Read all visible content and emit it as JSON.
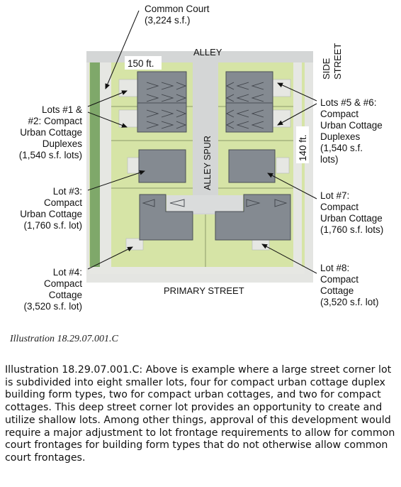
{
  "diagram": {
    "common_court": [
      "Common Court",
      "(3,224 s.f.)"
    ],
    "lots_1_2": [
      "Lots #1 &",
      "#2: Compact",
      "Urban Cottage",
      "Duplexes",
      "(1,540 s.f. lots)"
    ],
    "lot_3": [
      "Lot #3:",
      "Compact",
      "Urban Cottage",
      "(1,760 s.f. lot)"
    ],
    "lot_4": [
      "Lot #4:",
      "Compact",
      "Cottage",
      "(3,520 s.f. lot)"
    ],
    "lots_5_6": [
      "Lots #5 & #6:",
      "Compact",
      "Urban Cottage",
      "Duplexes",
      "(1,540 s.f.",
      "lots)"
    ],
    "lot_7": [
      "Lot #7:",
      "Compact",
      "Urban Cottage",
      "(1,760 s.f. lots)"
    ],
    "lot_8": [
      "Lot #8:",
      "Compact",
      "Cottage",
      "(3,520 s.f. lot)"
    ],
    "alley": "ALLEY",
    "side_street": "SIDE STREET",
    "alley_spur": "ALLEY SPUR",
    "primary_street": "PRIMARY STREET",
    "dim_width": "150 ft.",
    "dim_depth": "140 ft.",
    "colors": {
      "lawn": "#d6e4a6",
      "lawn_dark": "#7fa86a",
      "paving": "#dadcdc",
      "building": "#848a91",
      "building_edge": "#4a4f55",
      "lot_line": "#8c9a6a"
    }
  },
  "caption": "Illustration 18.29.07.001.C",
  "description": "Illustration 18.29.07.001.C: Above is example where a large street corner lot is subdivided into eight smaller lots, four for compact urban cottage duplex building form types, two for compact urban cottages, and two for compact cottages. This deep street corner lot provides an opportunity to create and utilize shallow lots. Among other things, approval of this development would require a major adjustment to lot frontage requirements to allow for common court frontages for building form types that do not otherwise allow common court frontages."
}
